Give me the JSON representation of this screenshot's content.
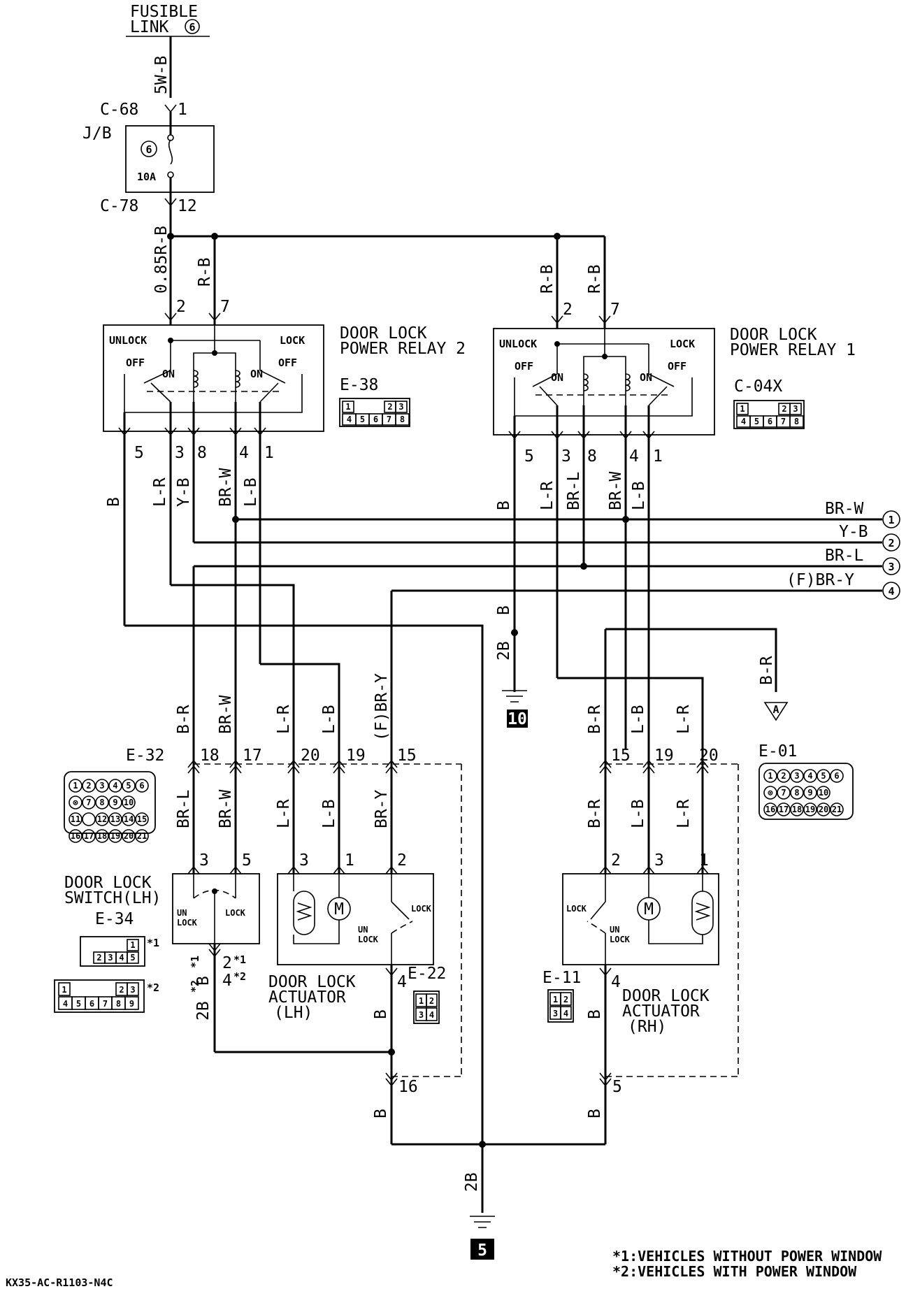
{
  "fusible_link": {
    "line1": "FUSIBLE",
    "line2": "LINK",
    "num": "6"
  },
  "wire_5wb": "5W-B",
  "c68": {
    "id": "C-68",
    "pin": "1"
  },
  "jb": {
    "label": "J/B",
    "fuse_num": "6",
    "fuse_rating": "10A"
  },
  "c78": {
    "id": "C-78",
    "pin": "12"
  },
  "wire_085rb": "0.85R-B",
  "relay2": {
    "title1": "DOOR LOCK",
    "title2": "POWER RELAY 2",
    "unlock": "UNLOCK",
    "lock": "LOCK",
    "off": "OFF",
    "on": "ON",
    "connector_id": "E-38",
    "in_pin_a": "2",
    "in_pin_b": "7",
    "in_wire_b": "R-B",
    "out_pins": [
      "5",
      "3",
      "8",
      "4",
      "1"
    ],
    "out_wires": [
      "B",
      "L-R",
      "Y-B",
      "BR-W",
      "L-B"
    ],
    "conn_top": [
      "1",
      "2",
      "3"
    ],
    "conn_bottom": [
      "4",
      "5",
      "6",
      "7",
      "8"
    ]
  },
  "relay1": {
    "title1": "DOOR LOCK",
    "title2": "POWER RELAY 1",
    "unlock": "UNLOCK",
    "lock": "LOCK",
    "off": "OFF",
    "on": "ON",
    "connector_id": "C-04X",
    "in_pin_a": "2",
    "in_pin_b": "7",
    "in_wires": [
      "R-B",
      "R-B"
    ],
    "out_pins": [
      "5",
      "3",
      "8",
      "4",
      "1"
    ],
    "out_wires": [
      "B",
      "L-R",
      "BR-L",
      "BR-W",
      "L-B"
    ],
    "conn_top": [
      "1",
      "2",
      "3"
    ],
    "conn_bottom": [
      "4",
      "5",
      "6",
      "7",
      "8"
    ]
  },
  "right_bus": [
    {
      "wire": "BR-W",
      "num": "1"
    },
    {
      "wire": "Y-B",
      "num": "2"
    },
    {
      "wire": "BR-L",
      "num": "3"
    },
    {
      "wire": "(F)BR-Y",
      "num": "4"
    }
  ],
  "ground10": {
    "wire_a": "B",
    "wire_b": "2B",
    "num": "10"
  },
  "arrow_a": {
    "wire": "B-R",
    "label": "A"
  },
  "e32": {
    "id": "E-32",
    "pins": [
      "18",
      "17",
      "20",
      "19",
      "15"
    ],
    "wires_above": [
      "B-R",
      "BR-W",
      "L-R",
      "L-B",
      "(F)BR-Y"
    ],
    "wires_below": [
      "BR-L",
      "BR-W",
      "L-R",
      "L-B",
      "BR-Y"
    ],
    "grid": [
      "1",
      "2",
      "3",
      "4",
      "5",
      "6",
      "⊗",
      "7",
      "8",
      "9",
      "10",
      "11",
      "",
      "12",
      "13",
      "14",
      "15",
      "16",
      "17",
      "18",
      "19",
      "20",
      "21"
    ],
    "bottom_pin": "16"
  },
  "e01": {
    "id": "E-01",
    "pins": [
      "15",
      "19",
      "20"
    ],
    "wires_above": [
      "B-R",
      "L-B",
      "L-R"
    ],
    "wires_below": [
      "B-R",
      "L-B",
      "L-R"
    ],
    "bottom_pin": "5"
  },
  "switch_lh": {
    "title1": "DOOR LOCK",
    "title2": "SWITCH(LH)",
    "id": "E-34",
    "pin_a": "3",
    "pin_b": "5",
    "un": "UN",
    "lock_lbl": "LOCK",
    "lock": "LOCK",
    "out_pins": "2",
    "out_pins2": "4",
    "note1": "*1",
    "note2": "*2",
    "wire_b": "B",
    "wire_2b": "2B",
    "conn1_top": [
      "1"
    ],
    "conn1_bottom": [
      "2",
      "3",
      "4",
      "5"
    ],
    "conn2_top": [
      "1",
      "2",
      "3"
    ],
    "conn2_bottom": [
      "4",
      "5",
      "6",
      "7",
      "8",
      "9"
    ]
  },
  "actuator_lh": {
    "title1": "DOOR LOCK",
    "title2": "ACTUATOR",
    "title3": "(LH)",
    "id": "E-22",
    "pins_top": [
      "3",
      "1",
      "2"
    ],
    "pin_bottom": "4",
    "wire_bottom": "B",
    "motor": "M",
    "lock": "LOCK",
    "un": "UN",
    "unlock_lbl": "LOCK",
    "conn": [
      "1",
      "2",
      "3",
      "4"
    ]
  },
  "actuator_rh": {
    "title1": "DOOR LOCK",
    "title2": "ACTUATOR",
    "title3": "(RH)",
    "id": "E-11",
    "pins_top": [
      "2",
      "3",
      "1"
    ],
    "pin_bottom": "4",
    "wire_bottom": "B",
    "motor": "M",
    "lock": "LOCK",
    "un": "UN",
    "unlock_lbl": "LOCK",
    "conn": [
      "1",
      "2",
      "3",
      "4"
    ]
  },
  "bottom_wire_b_left": "B",
  "bottom_wire_b_right": "B",
  "ground5": {
    "wire": "2B",
    "num": "5"
  },
  "notes": {
    "n1": "*1:VEHICLES WITHOUT POWER WINDOW",
    "n2": "*2:VEHICLES WITH POWER WINDOW"
  },
  "doc_code": "KX35-AC-R1103-N4C"
}
